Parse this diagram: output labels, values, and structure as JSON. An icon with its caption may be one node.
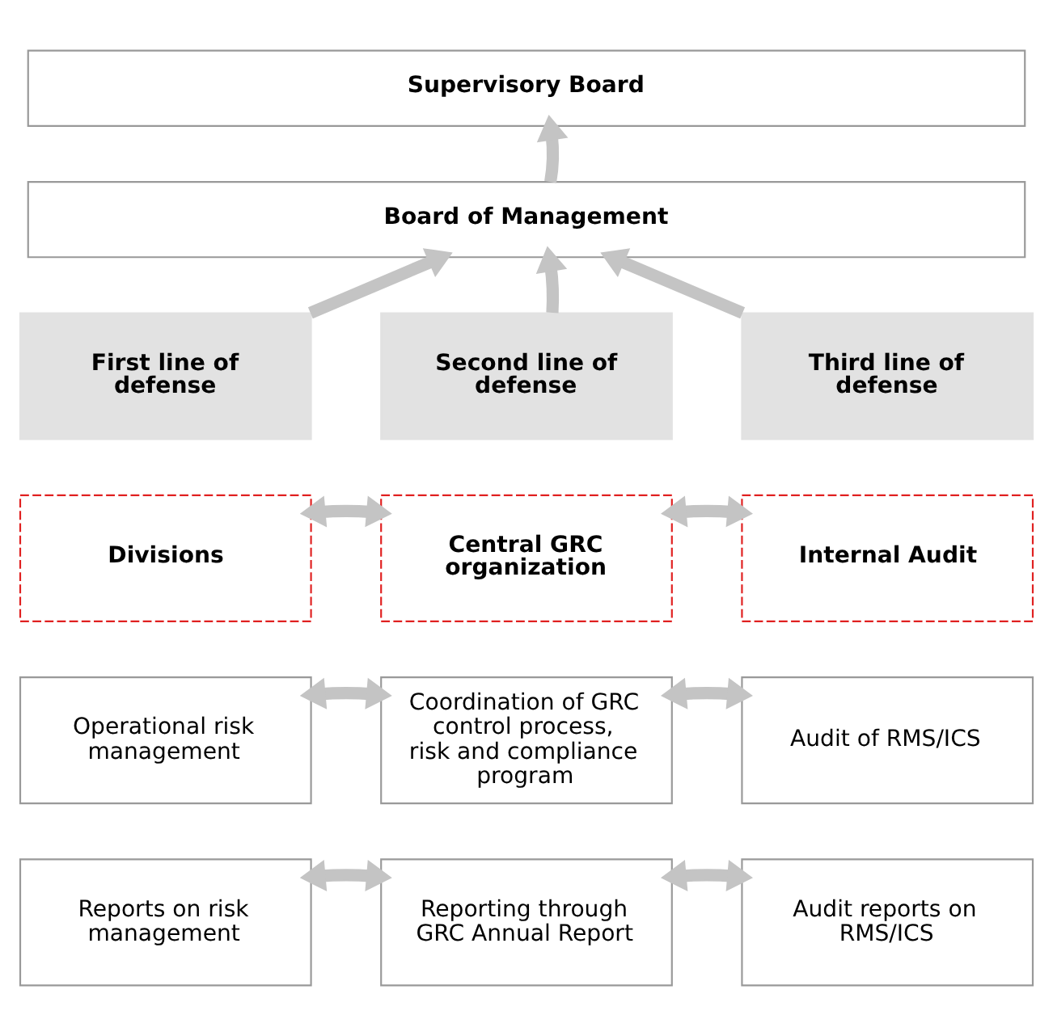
{
  "diagram": {
    "nodes": [
      {
        "text": [
          "Supervisory Board"
        ]
      },
      {
        "text": [
          "Board of Management"
        ]
      },
      {
        "text": [
          "First line of defense"
        ]
      },
      {
        "text": [
          "Second line of defense"
        ]
      },
      {
        "text": [
          "Third line of defense"
        ]
      },
      {
        "text": [
          "Divisions"
        ]
      },
      {
        "text": [
          "Central GRC organization"
        ]
      },
      {
        "text": [
          "Internal Audit"
        ]
      },
      {
        "text": [
          "Operational risk management"
        ]
      },
      {
        "text": [
          "Coordination of GRC control process, risk and compliance program"
        ]
      },
      {
        "text": [
          "Audit of RMS/ICS"
        ]
      },
      {
        "text": [
          "Reports on risk management"
        ]
      },
      {
        "text": [
          "Reporting through GRC Annual Report"
        ]
      },
      {
        "text": [
          "Audit reports on RMS/ICS"
        ]
      }
    ],
    "edges": [
      {
        "from": 1,
        "to": 0,
        "arrow": "to"
      },
      {
        "from": 2,
        "to": 1,
        "arrow": "to"
      },
      {
        "from": 3,
        "to": 1,
        "arrow": "to"
      },
      {
        "from": 4,
        "to": 1,
        "arrow": "to"
      },
      {
        "from": 5,
        "to": 6,
        "arrow": "both"
      },
      {
        "from": 6,
        "to": 7,
        "arrow": "both"
      },
      {
        "from": 8,
        "to": 9,
        "arrow": "both"
      },
      {
        "from": 9,
        "to": 10,
        "arrow": "both"
      },
      {
        "from": 11,
        "to": 12,
        "arrow": "both"
      },
      {
        "from": 12,
        "to": 13,
        "arrow": "both"
      }
    ]
  }
}
